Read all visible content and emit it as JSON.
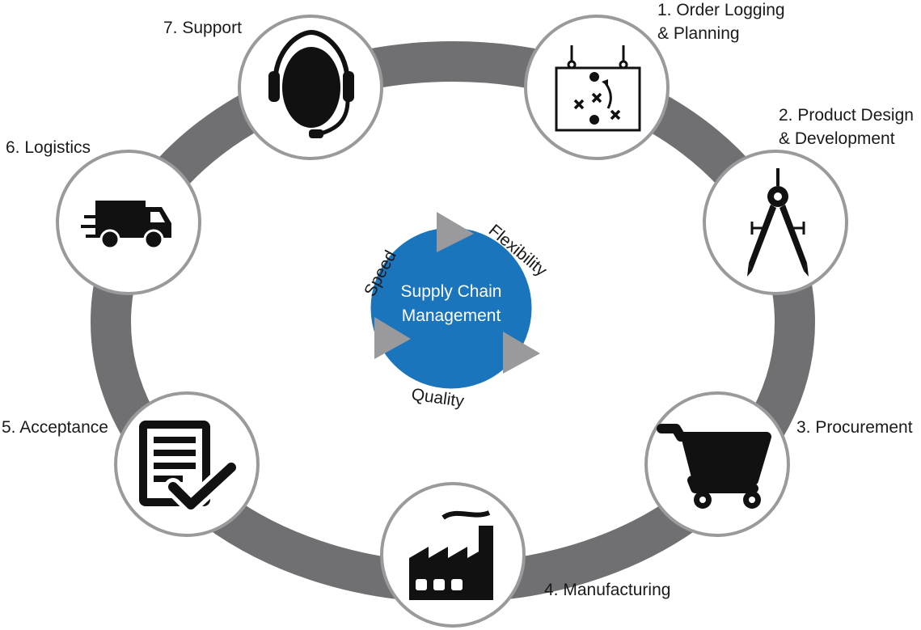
{
  "title": [
    "Supply Chain",
    "Management"
  ],
  "cycle_words": {
    "speed": "Speed",
    "flexibility": "Flexibility",
    "quality": "Quality"
  },
  "steps": [
    {
      "lines": [
        "1. Order Logging",
        "& Planning"
      ],
      "icon": "planning-board-icon"
    },
    {
      "lines": [
        "2. Product Design",
        "& Development"
      ],
      "icon": "compass-icon"
    },
    {
      "lines": [
        "3. Procurement"
      ],
      "icon": "shopping-cart-icon"
    },
    {
      "lines": [
        "4. Manufacturing"
      ],
      "icon": "factory-icon"
    },
    {
      "lines": [
        "5. Acceptance"
      ],
      "icon": "checked-document-icon"
    },
    {
      "lines": [
        "6. Logistics"
      ],
      "icon": "delivery-truck-icon"
    },
    {
      "lines": [
        "7. Support"
      ],
      "icon": "headset-icon"
    }
  ],
  "colors": {
    "ring": "#707073",
    "node_border": "#9a9a9c",
    "center_fill": "#1a75bc",
    "arrow": "#9a9a9c",
    "icon": "#111111"
  }
}
